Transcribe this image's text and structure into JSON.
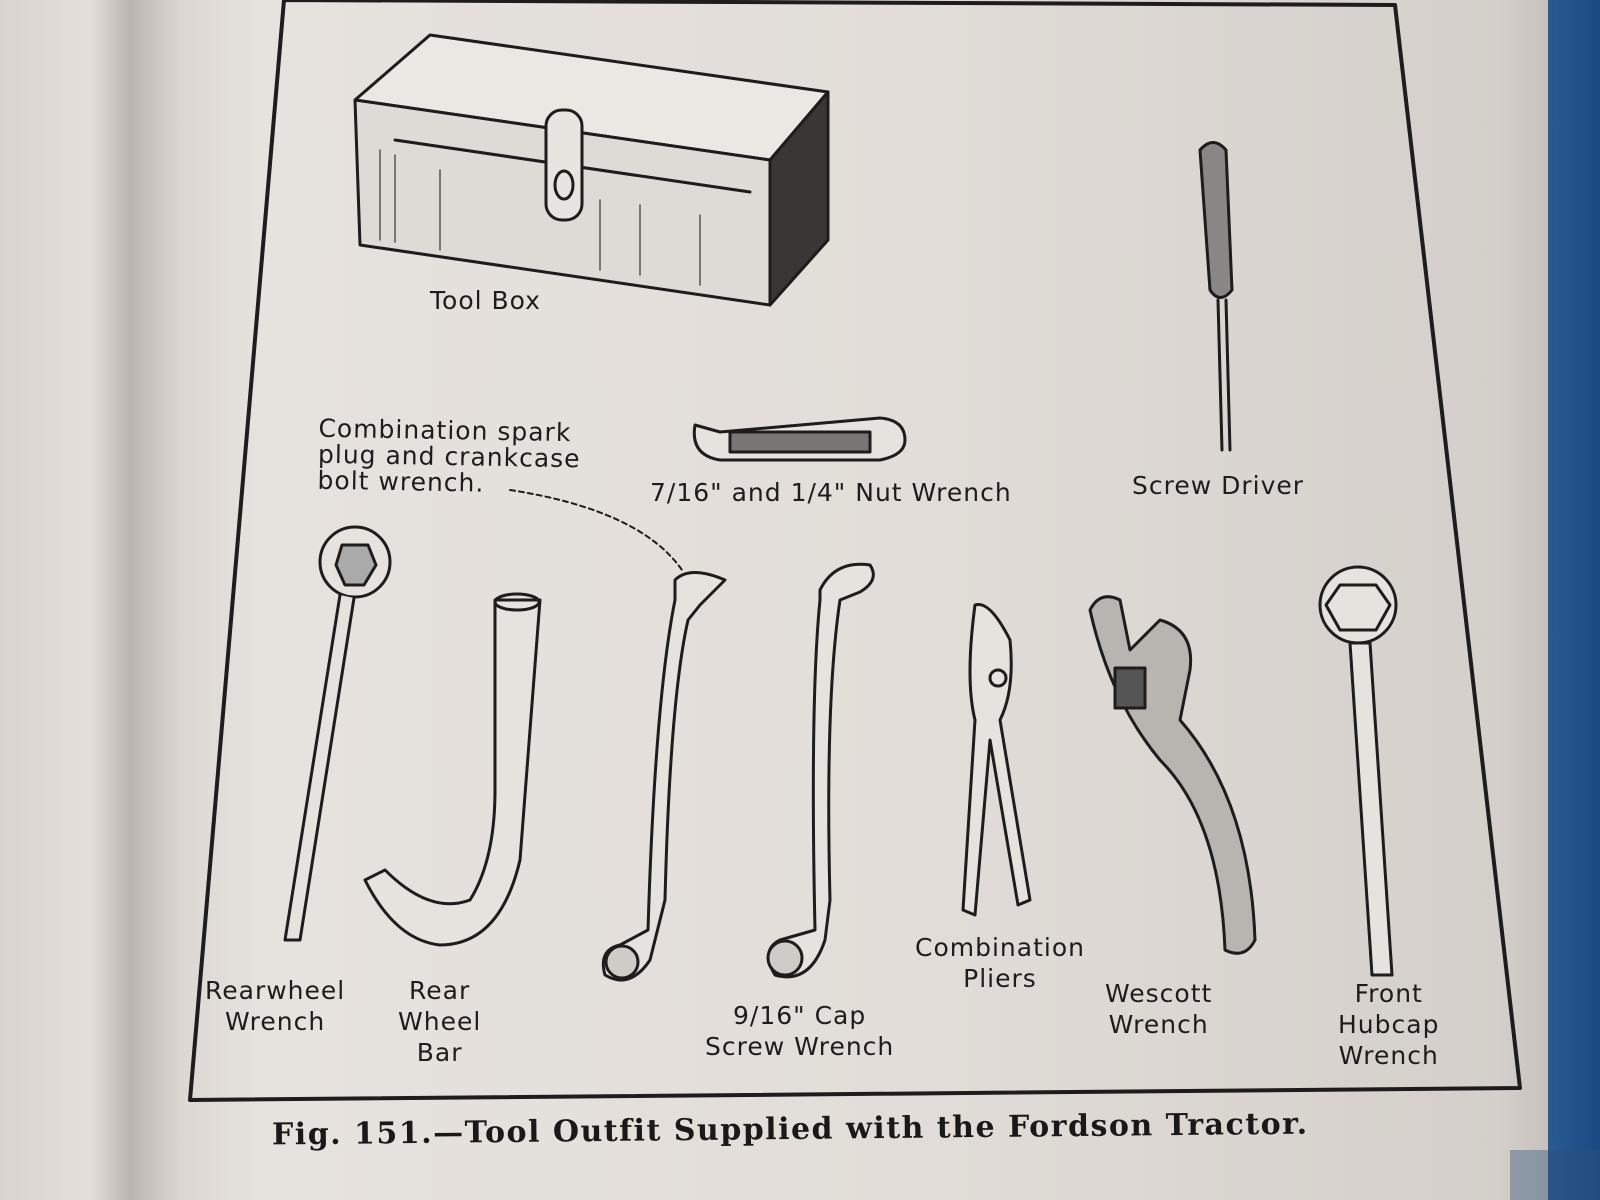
{
  "figure": {
    "caption": "Fig. 151.—Tool Outfit Supplied with the Fordson Tractor.",
    "labels": {
      "tool_box": "Tool Box",
      "combination_wrench": "Combination spark\nplug and crankcase\nbolt wrench.",
      "nut_wrench": "7/16\" and 1/4\" Nut Wrench",
      "screw_driver": "Screw Driver",
      "rearwheel_wrench": "Rearwheel\nWrench",
      "rear_wheel_bar": "Rear\nWheel\nBar",
      "cap_screw_wrench": "9/16\" Cap\nScrew Wrench",
      "combination_pliers": "Combination\nPliers",
      "wescott_wrench": "Wescott\nWrench",
      "front_hubcap_wrench": "Front\nHubcap\nWrench"
    }
  },
  "colors": {
    "paper": "#e2ddd8",
    "ink": "#1e1c1c",
    "cover": "#2a5a92"
  }
}
